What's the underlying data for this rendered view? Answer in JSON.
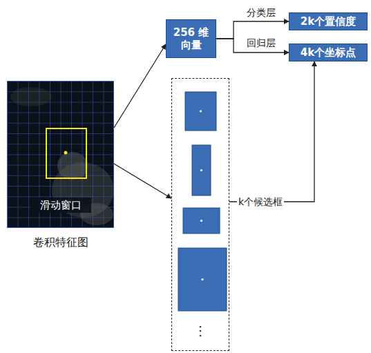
{
  "diagram": {
    "nodes": [
      {
        "text": [
          "滑动窗口",
          "卷积特征图"
        ]
      },
      {
        "text": [
          "256 维向量"
        ]
      },
      {
        "text": [
          "2k个置信度"
        ]
      },
      {
        "text": [
          "4k个坐标点"
        ]
      },
      {
        "text": [
          "⋮"
        ]
      }
    ],
    "edges": [
      {
        "from": 0,
        "to": 1,
        "arrow": "to"
      },
      {
        "from": 0,
        "to": 4,
        "arrow": "to"
      },
      {
        "from": 1,
        "to": 2,
        "label": "分类层",
        "arrow": "to"
      },
      {
        "from": 1,
        "to": 3,
        "label": "回归层",
        "arrow": "to"
      },
      {
        "from": 4,
        "to": 3,
        "label": "k个候选框",
        "arrow": "to"
      }
    ]
  }
}
